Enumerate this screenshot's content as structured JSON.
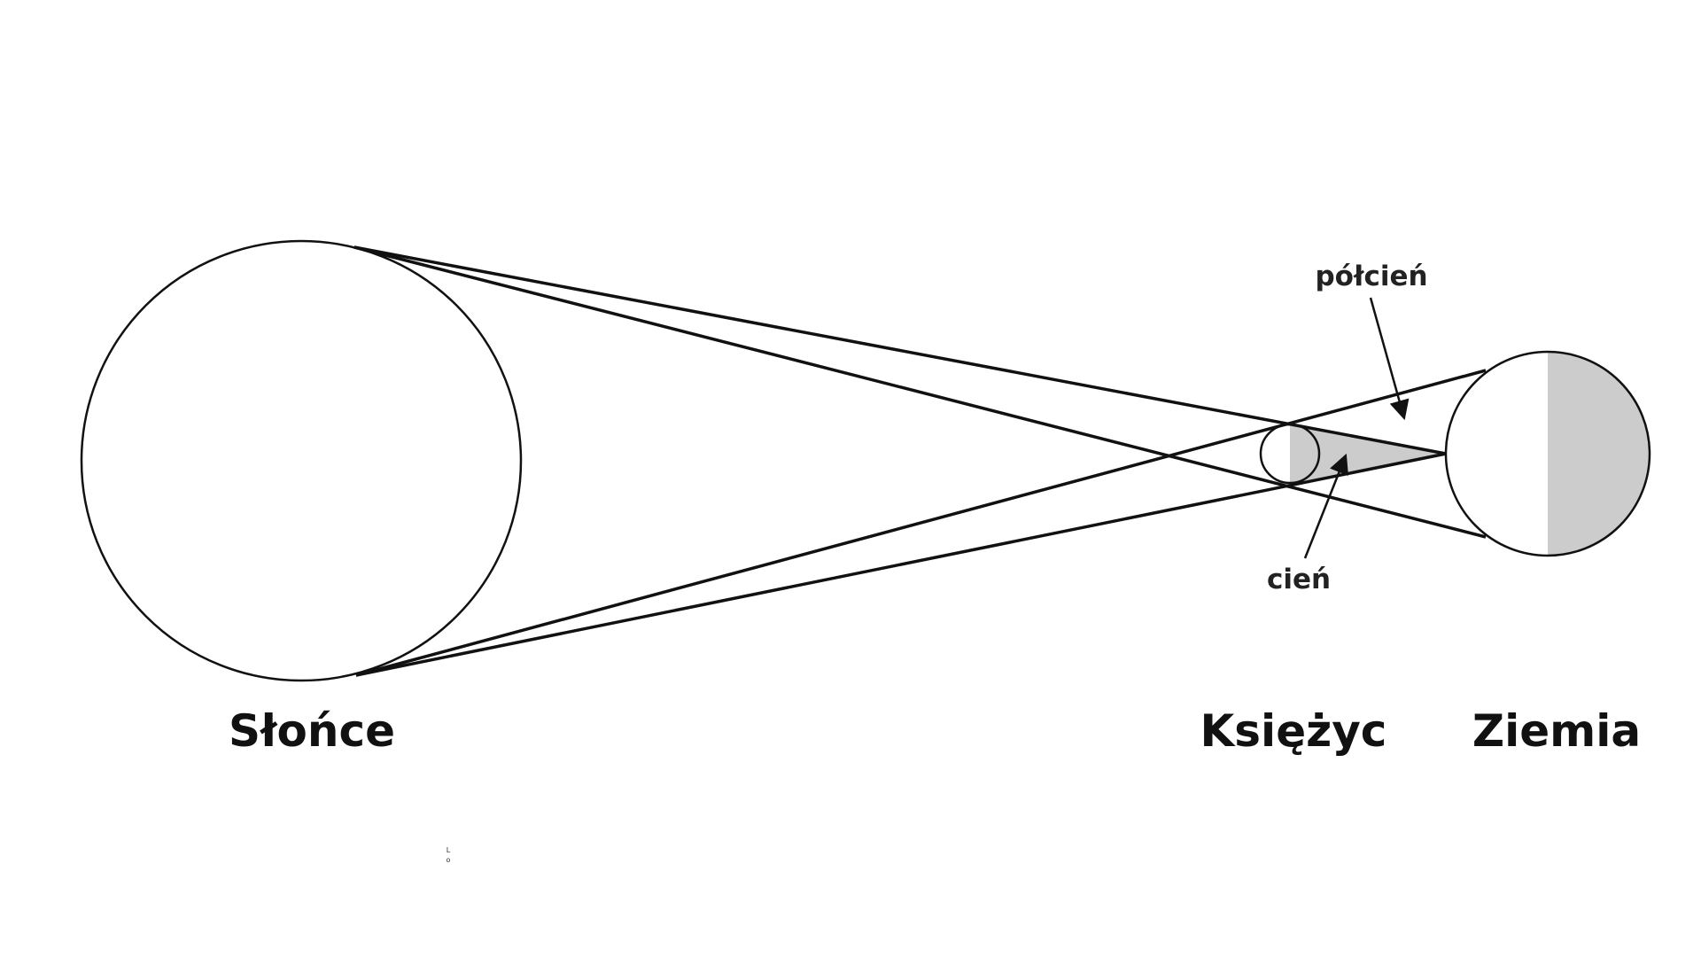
{
  "labels": {
    "sun": "Słońce",
    "moon": "Księżyc",
    "earth": "Ziemia",
    "penumbra": "półcień",
    "umbra": "cień",
    "mark_top": "L",
    "mark_bottom": "o"
  },
  "colors": {
    "line": "#111111",
    "shadow_fill": "#cccccc",
    "background": "#ffffff"
  }
}
